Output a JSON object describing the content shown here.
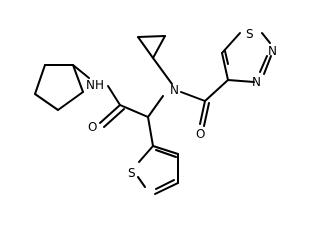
{
  "atoms": {
    "nh": "NH",
    "amide_o": "O",
    "n_center": "N",
    "carbonyl_o": "O",
    "ring_s": "S",
    "ring_n2": "N",
    "ring_n3": "N",
    "thio_s": "S"
  },
  "colors": {
    "bond": "#000000",
    "label": "#000000",
    "background": "#ffffff"
  }
}
